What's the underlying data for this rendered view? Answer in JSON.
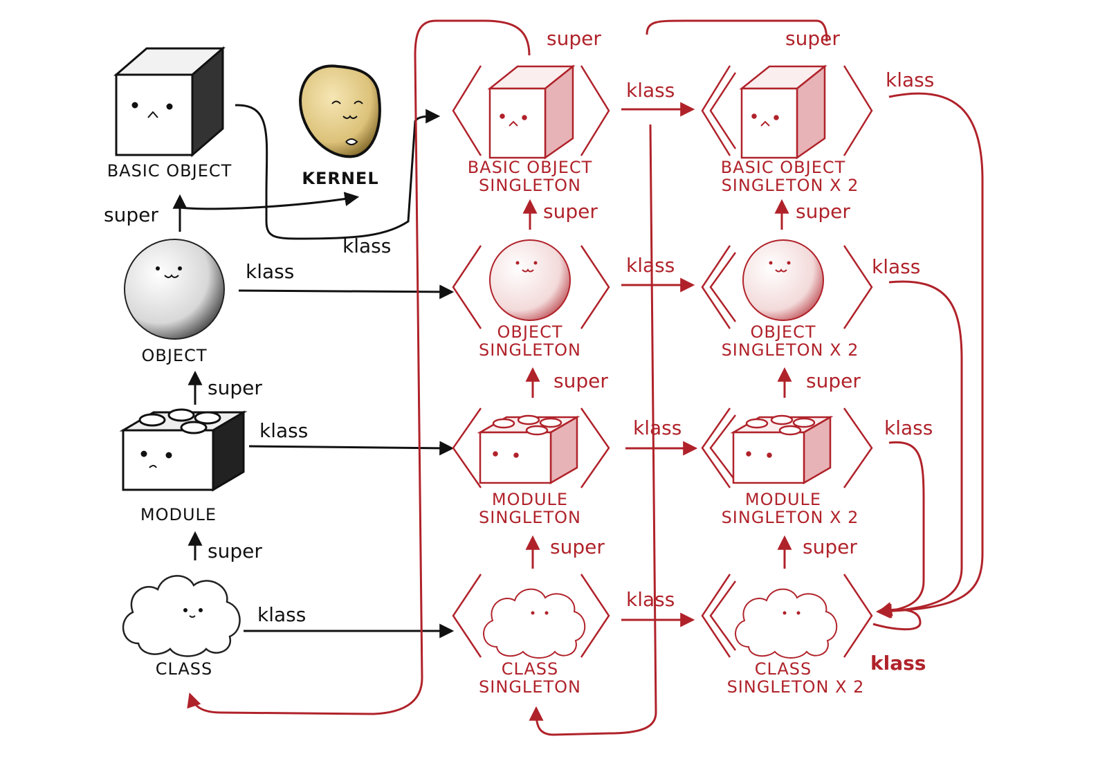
{
  "colors": {
    "ink": "#111111",
    "singleton": "#b0222a",
    "kernel_fill": "#dcc27a",
    "background": "#ffffff"
  },
  "nodes": {
    "basic_object": {
      "label": "BASIC OBJECT",
      "icon": "cube-icon"
    },
    "kernel": {
      "label": "KERNEL",
      "icon": "seed-icon"
    },
    "object": {
      "label": "OBJECT",
      "icon": "sphere-icon"
    },
    "module": {
      "label": "MODULE",
      "icon": "brick-icon"
    },
    "class": {
      "label": "CLASS",
      "icon": "cloud-icon"
    },
    "basic_object_singleton": {
      "line1": "BASIC OBJECT",
      "line2": "SINGLETON",
      "icon": "cube-icon"
    },
    "object_singleton": {
      "line1": "OBJECT",
      "line2": "SINGLETON",
      "icon": "sphere-icon"
    },
    "module_singleton": {
      "line1": "MODULE",
      "line2": "SINGLETON",
      "icon": "brick-icon"
    },
    "class_singleton": {
      "line1": "CLASS",
      "line2": "SINGLETON",
      "icon": "cloud-icon"
    },
    "basic_object_singleton_x2": {
      "line1": "BASIC OBJECT",
      "line2": "SINGLETON X 2",
      "icon": "cube-icon"
    },
    "object_singleton_x2": {
      "line1": "OBJECT",
      "line2": "SINGLETON X 2",
      "icon": "sphere-icon"
    },
    "module_singleton_x2": {
      "line1": "MODULE",
      "line2": "SINGLETON X 2",
      "icon": "brick-icon"
    },
    "class_singleton_x2": {
      "line1": "CLASS",
      "line2": "SINGLETON X 2",
      "icon": "cloud-icon"
    }
  },
  "edge_labels": {
    "super": "super",
    "klass": "klass"
  }
}
